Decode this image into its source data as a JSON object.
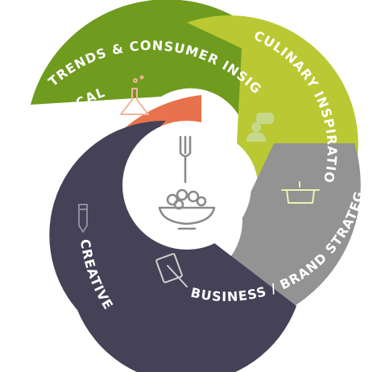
{
  "diagram": {
    "center_icon": "fork-and-bowl-icon",
    "segments": [
      {
        "id": "trends",
        "label": "TRENDS & CONSUMER INSIGHTS",
        "color": "#6f9b1f",
        "icon": "speech-bubbles-icon"
      },
      {
        "id": "culinary",
        "label": "CULINARY INSPIRATION",
        "color": "#bac933",
        "icon": "cooking-pot-icon"
      },
      {
        "id": "business",
        "label": "BUSINESS / BRAND STRATEGY",
        "color": "#939393",
        "icon": "document-pen-icon"
      },
      {
        "id": "creative",
        "label": "CREATIVE",
        "color": "#454157",
        "icon": "pencil-icon"
      },
      {
        "id": "technical",
        "label": "TECHNICAL",
        "color": "#e8724b",
        "icon": "flask-icon"
      }
    ]
  }
}
